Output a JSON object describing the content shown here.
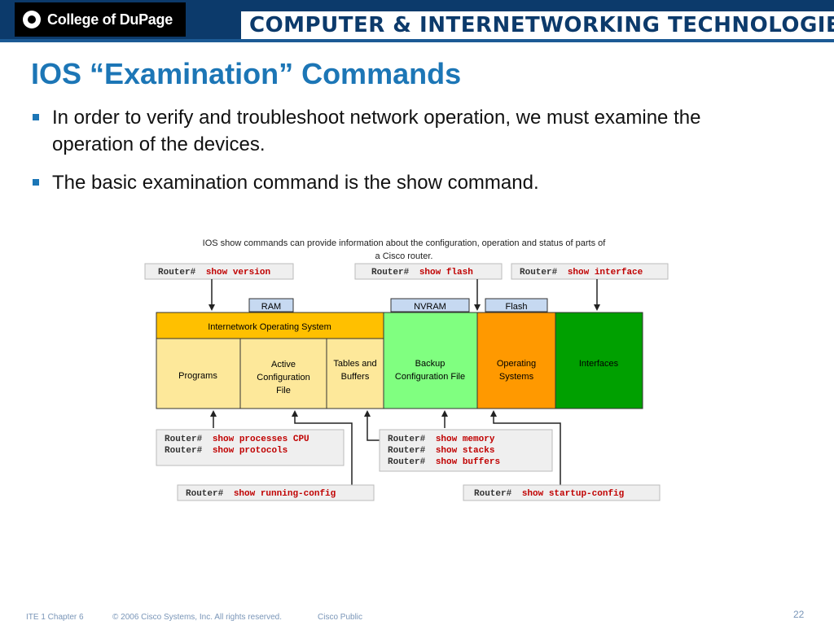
{
  "header": {
    "logo_text": "College of DuPage",
    "banner": "COMPUTER & INTERNETWORKING TECHNOLOGIES"
  },
  "slide": {
    "title": "IOS “Examination” Commands",
    "bullets": [
      "In order to verify and troubleshoot network operation, we must examine the operation of the devices.",
      "The basic examination command is the show command."
    ]
  },
  "diagram": {
    "caption_line1": "IOS show commands can provide information about the configuration, operation and status of parts of",
    "caption_line2": "a Cisco router.",
    "prompt": "Router#",
    "commands": {
      "show_version": "show version",
      "show_flash": "show flash",
      "show_interface": "show interface",
      "show_processes": "show processes CPU",
      "show_protocols": "show protocols",
      "show_memory": "show memory",
      "show_stacks": "show stacks",
      "show_buffers": "show buffers",
      "show_running": "show running-config",
      "show_startup": "show startup-config"
    },
    "labels": {
      "ram": "RAM",
      "nvram": "NVRAM",
      "flash": "Flash",
      "ios": "Internetwork Operating System",
      "programs": "Programs",
      "active_config_l1": "Active",
      "active_config_l2": "Configuration",
      "active_config_l3": "File",
      "tables_l1": "Tables and",
      "tables_l2": "Buffers",
      "backup_l1": "Backup",
      "backup_l2": "Configuration File",
      "os_l1": "Operating",
      "os_l2": "Systems",
      "interfaces": "Interfaces"
    },
    "colors": {
      "ram_yellow": "#fde89a",
      "ios_bar": "#ffc000",
      "nvram_green": "#80ff80",
      "flash_orange": "#ff9900",
      "interfaces_green": "#00a000",
      "memory_tab": "#c6d9f1",
      "command_red": "#c00000"
    }
  },
  "footer": {
    "chapter": "ITE 1 Chapter 6",
    "copyright": "© 2006 Cisco Systems, Inc. All rights reserved.",
    "classification": "Cisco Public",
    "page": "22"
  }
}
